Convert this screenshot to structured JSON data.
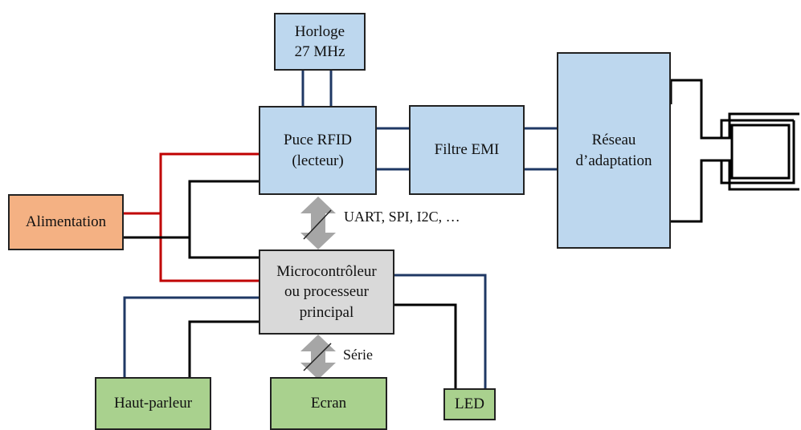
{
  "blocks": {
    "clock": "Horloge\n27 MHz",
    "rfid": "Puce RFID\n(lecteur)",
    "emi_filter": "Filtre EMI",
    "matching": "Réseau\nd’adaptation",
    "power": "Alimentation",
    "mcu": "Microcontrôleur\nou processeur\nprincipal",
    "speaker": "Haut-parleur",
    "screen": "Ecran",
    "led": "LED"
  },
  "links": {
    "rfid_mcu": "UART, SPI, I2C, …",
    "mcu_screen": "Série"
  },
  "colors": {
    "rfid_block": "#bdd7ee",
    "peripheral": "#a9d18e",
    "power": "#f4b183",
    "mcu": "#d9d9d9",
    "power_wire": "#c00000",
    "signal_wire": "#1f3864",
    "ground_wire": "#000000",
    "bus_arrow": "#a6a6a6"
  }
}
